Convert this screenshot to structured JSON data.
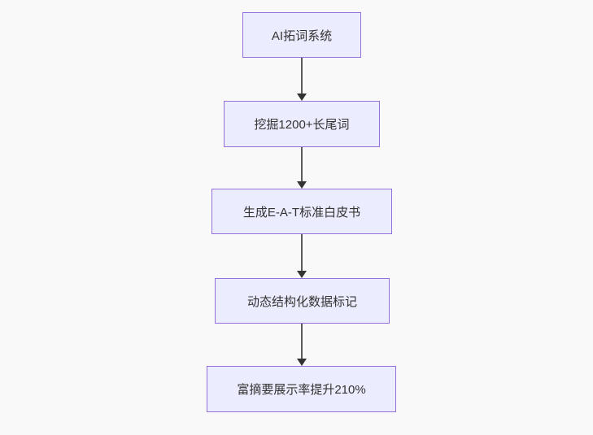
{
  "diagram": {
    "type": "flowchart",
    "direction": "top-down",
    "nodes": [
      {
        "id": "A",
        "label": "AI拓词系统"
      },
      {
        "id": "B",
        "label": "挖掘1200+长尾词"
      },
      {
        "id": "C",
        "label": "生成E-A-T标准白皮书"
      },
      {
        "id": "D",
        "label": "动态结构化数据标记"
      },
      {
        "id": "E",
        "label": "富摘要展示率提升210%"
      }
    ],
    "edges": [
      {
        "from": "A",
        "to": "B"
      },
      {
        "from": "B",
        "to": "C"
      },
      {
        "from": "C",
        "to": "D"
      },
      {
        "from": "D",
        "to": "E"
      }
    ],
    "colors": {
      "node_fill": "#ECECFF",
      "node_border": "#9370DB",
      "node_text": "#333333",
      "arrow": "#333333",
      "background": "#f9f9f9"
    }
  }
}
